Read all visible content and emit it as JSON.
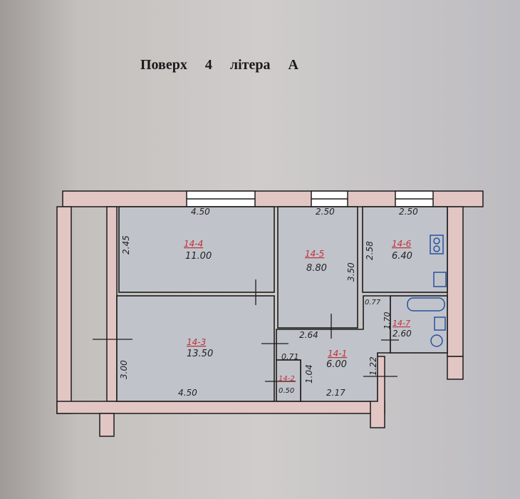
{
  "title": {
    "floor_label": "Поверх",
    "floor": "4",
    "letter_label": "літера",
    "letter": "А"
  },
  "colors": {
    "wall": "#e2c6c4",
    "room": "#bfc3c9",
    "line": "#1c1c1c",
    "room_id": "#c0303a",
    "fixture": "#2a4fa0"
  },
  "rooms": [
    {
      "id": "14-4",
      "area": "11.00"
    },
    {
      "id": "14-5",
      "area": "8.80"
    },
    {
      "id": "14-6",
      "area": "6.40"
    },
    {
      "id": "14-3",
      "area": "13.50"
    },
    {
      "id": "14-7",
      "area": "2.60"
    },
    {
      "id": "14-1",
      "area": "6.00"
    },
    {
      "id": "14-2",
      "area": "0.50"
    }
  ],
  "dimensions": {
    "r4_width": "4.50",
    "r4_depth": "2.45",
    "r5_width": "2.50",
    "r5_depth": "3.50",
    "r6_width": "2.50",
    "r6_depth": "2.58",
    "r7_width": "0.77",
    "r7_depth": "1.70",
    "r1_top": "2.64",
    "r1_left": "0.71",
    "r1_mid": "1.04",
    "r1_bottom": "2.17",
    "r1_right": "1.22",
    "r3_depth": "3.00",
    "r3_width": "4.50"
  }
}
